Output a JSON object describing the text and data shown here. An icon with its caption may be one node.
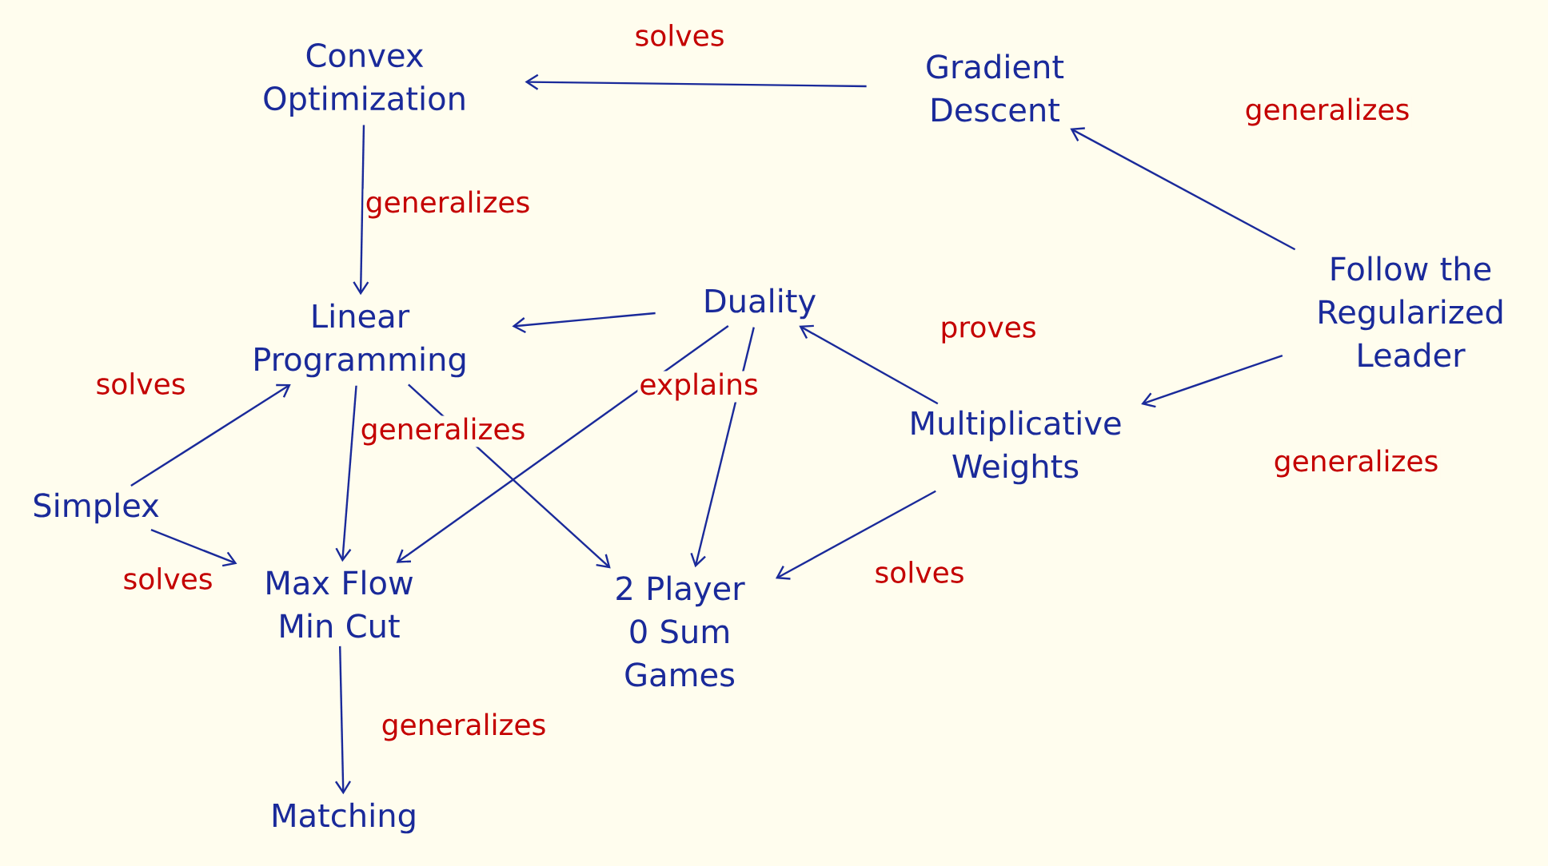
{
  "diagram": {
    "nodes": [
      {
        "text": [
          "Convex Optimization"
        ]
      },
      {
        "text": [
          "Gradient Descent"
        ]
      },
      {
        "text": [
          "Linear Programming"
        ]
      },
      {
        "text": [
          "Duality"
        ]
      },
      {
        "text": [
          "Simplex"
        ]
      },
      {
        "text": [
          "Multiplicative Weights"
        ]
      },
      {
        "text": [
          "Follow the Regularized Leader"
        ]
      },
      {
        "text": [
          "Max Flow Min Cut"
        ]
      },
      {
        "text": [
          "2 Player 0 Sum Games"
        ]
      },
      {
        "text": [
          "Matching"
        ]
      }
    ],
    "edges": [
      {
        "from": 1,
        "to": 0,
        "arrow": "to",
        "label": "solves"
      },
      {
        "from": 0,
        "to": 2,
        "arrow": "to",
        "label": "generalizes"
      },
      {
        "from": 6,
        "to": 1,
        "arrow": "to",
        "label": "generalizes"
      },
      {
        "from": 6,
        "to": 5,
        "arrow": "to",
        "label": "generalizes"
      },
      {
        "from": 3,
        "to": 2,
        "arrow": "to"
      },
      {
        "from": 3,
        "to": 7,
        "arrow": "to"
      },
      {
        "from": 3,
        "to": 8,
        "arrow": "to",
        "label": "explains"
      },
      {
        "from": 5,
        "to": 3,
        "arrow": "to",
        "label": "proves"
      },
      {
        "from": 4,
        "to": 2,
        "arrow": "to",
        "label": "solves"
      },
      {
        "from": 4,
        "to": 7,
        "arrow": "to",
        "label": "solves"
      },
      {
        "from": 2,
        "to": 7,
        "arrow": "to",
        "label": "generalizes"
      },
      {
        "from": 2,
        "to": 8,
        "arrow": "to"
      },
      {
        "from": 5,
        "to": 8,
        "arrow": "to",
        "label": "solves"
      },
      {
        "from": 7,
        "to": 9,
        "arrow": "to",
        "label": "generalizes"
      }
    ]
  }
}
